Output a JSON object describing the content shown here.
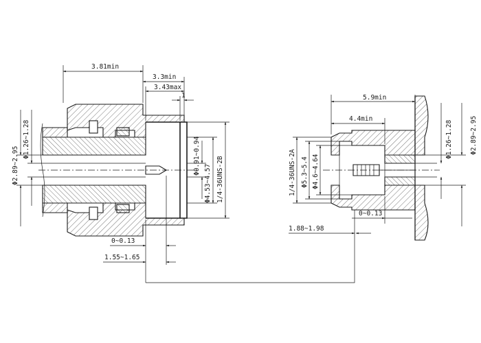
{
  "left_connector": {
    "dims": {
      "d381": "3.81min",
      "d33": "3.3min",
      "d343": "3.43max",
      "d1": "1",
      "d091": "Φ0.91~0.94",
      "d453": "Φ4.53~4.57",
      "thread": "1/4-36UNS-2B",
      "d289": "Φ2.89~2.95",
      "d126": "Φ1.26~1.28",
      "d013": "0~0.13",
      "d155": "1.55~1.65"
    }
  },
  "right_connector": {
    "dims": {
      "d59": "5.9min",
      "d44": "4.4min",
      "thread": "1/4-36UNS-2A",
      "d53": "Φ5.3~5.4",
      "d46": "Φ4.6~4.64",
      "d126": "Φ1.26~1.28",
      "d289": "Φ2.89~2.95",
      "d013": "0~0.13",
      "d188": "1.88~1.98"
    }
  }
}
